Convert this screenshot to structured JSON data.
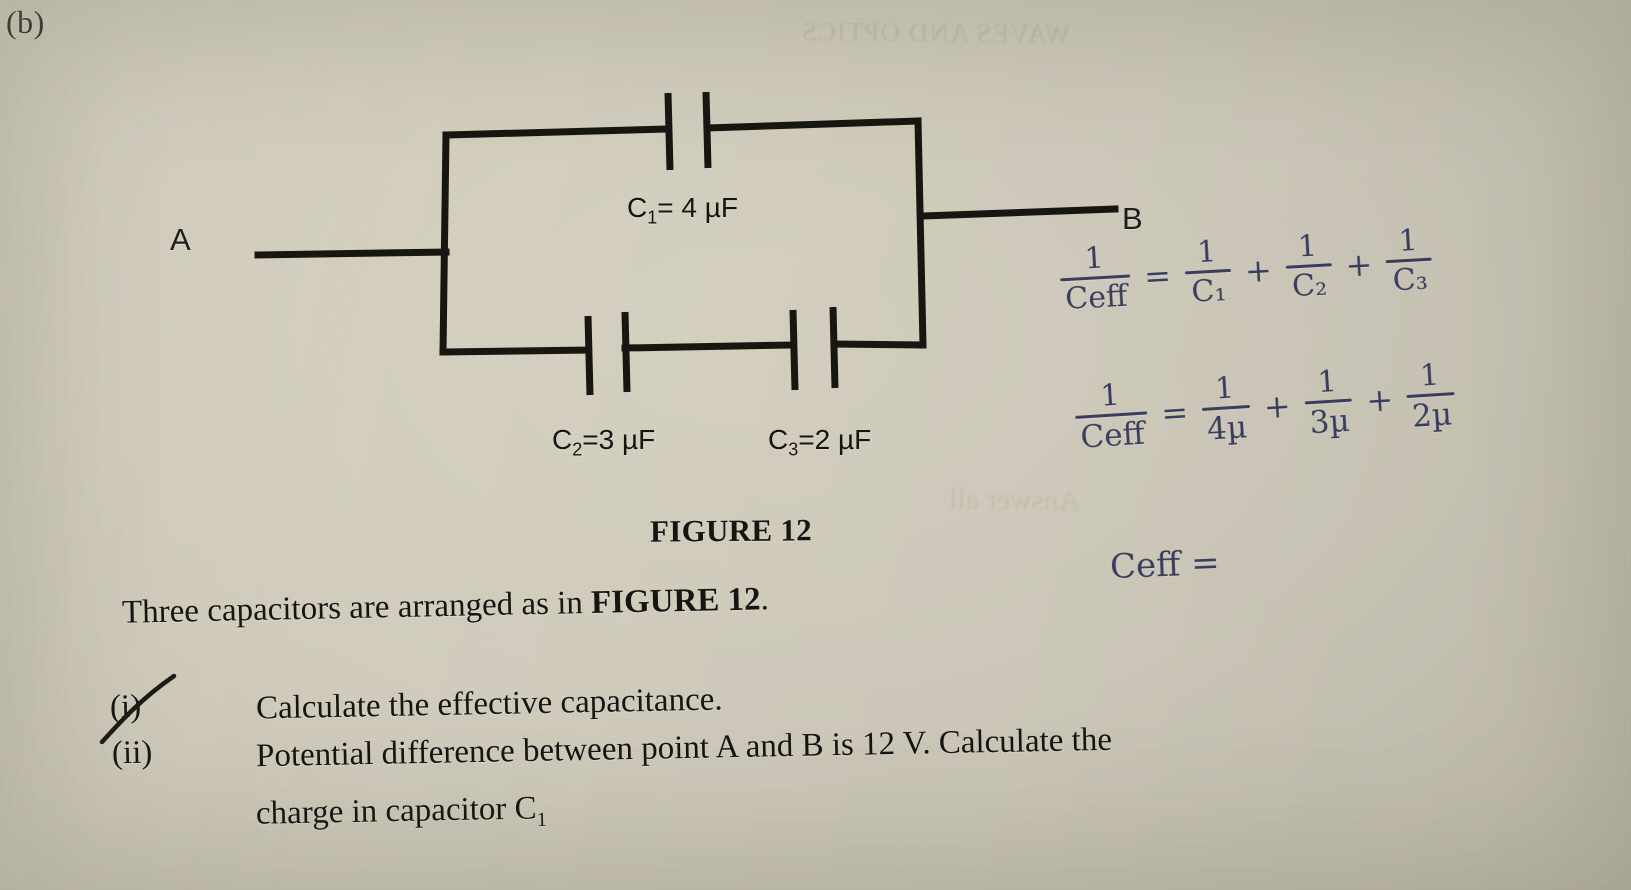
{
  "page": {
    "part_label": "(b)",
    "background_color": "#d3cebe",
    "ink_color": "#3b3f62",
    "print_color": "#171512",
    "bleed_through_text": "WAVES AND OPTICS",
    "bleed_through_text_2": "Answer all"
  },
  "figure": {
    "caption": "FIGURE 12",
    "nodes": {
      "left": "A",
      "right": "B"
    },
    "capacitors": [
      {
        "id": "C1",
        "label": "C",
        "sub": "1",
        "equals": "= 4 µF",
        "value": 4,
        "unit": "µF",
        "branch": "top"
      },
      {
        "id": "C2",
        "label": "C",
        "sub": "2",
        "equals": "=3 µF",
        "value": 3,
        "unit": "µF",
        "branch": "bottom-left"
      },
      {
        "id": "C3",
        "label": "C",
        "sub": "3",
        "equals": "=2 µF",
        "value": 2,
        "unit": "µF",
        "branch": "bottom-right"
      }
    ]
  },
  "body": {
    "intro_prefix": "Three capacitors are arranged as in ",
    "intro_figure": "FIGURE 12",
    "intro_suffix": "."
  },
  "questions": [
    {
      "number": "(i)",
      "text": "Calculate the effective capacitance.",
      "struck_through": true
    },
    {
      "number": "(ii)",
      "text": "Potential difference between point A and B is 12 V.  Calculate the",
      "text_continued": "charge in capacitor C",
      "text_continued_sub": "1",
      "struck_through": false
    }
  ],
  "handwriting": {
    "equation1": {
      "lhs_num": "1",
      "lhs_den": "Ceff",
      "equals": "=",
      "term1_num": "1",
      "term1_den": "C₁",
      "plus1": "+",
      "term2_num": "1",
      "term2_den": "C₂",
      "plus2": "+",
      "term3_num": "1",
      "term3_den": "C₃"
    },
    "equation2": {
      "lhs_num": "1",
      "lhs_den": "Ceff",
      "equals": "=",
      "term1_num": "1",
      "term1_den": "4µ",
      "plus1": "+",
      "term2_num": "1",
      "term2_den": "3µ",
      "plus2": "+",
      "term3_num": "1",
      "term3_den": "2µ"
    },
    "equation3": {
      "text": "Ceff ="
    }
  }
}
